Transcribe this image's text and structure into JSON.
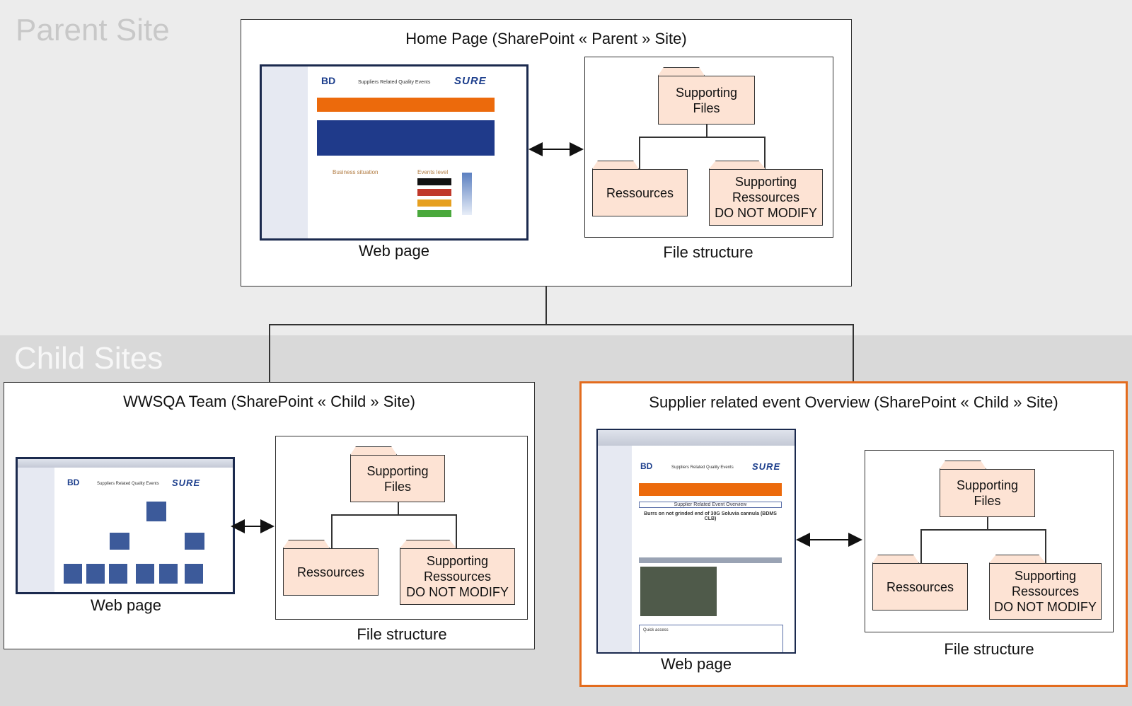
{
  "sections": {
    "parent_label": "Parent Site",
    "child_label": "Child Sites"
  },
  "parent_site": {
    "title": "Home Page (SharePoint « Parent » Site)",
    "web_page_caption": "Web page",
    "file_structure_caption": "File structure",
    "folders": {
      "root": [
        "Supporting",
        "Files"
      ],
      "left": "Ressources",
      "right": [
        "Supporting",
        "Ressources",
        "DO NOT MODIFY"
      ]
    },
    "thumbnail": {
      "brand": "BD",
      "app_title": "Suppliers Related Quality Events",
      "logo": "SURE",
      "table_headers": [
        "Business situation",
        "Events level"
      ],
      "levels": [
        "Black",
        "Red",
        "Amber",
        "Green"
      ]
    }
  },
  "child_sites": [
    {
      "title": "WWSQA Team (SharePoint « Child » Site)",
      "web_page_caption": "Web page",
      "file_structure_caption": "File structure",
      "folders": {
        "root": [
          "Supporting",
          "Files"
        ],
        "left": "Ressources",
        "right": [
          "Supporting",
          "Ressources",
          "DO NOT MODIFY"
        ]
      },
      "thumbnail": {
        "brand": "BD",
        "app_title": "Suppliers Related Quality Events",
        "logo": "SURE"
      }
    },
    {
      "title": "Supplier related event Overview (SharePoint « Child » Site)",
      "web_page_caption": "Web page",
      "file_structure_caption": "File structure",
      "folders": {
        "root": [
          "Supporting",
          "Files"
        ],
        "left": "Ressources",
        "right": [
          "Supporting",
          "Ressources",
          "DO NOT MODIFY"
        ]
      },
      "thumbnail": {
        "brand": "BD",
        "app_title": "Suppliers Related Quality Events",
        "logo": "SURE",
        "overview_header": "Supplier Related Event Overview",
        "event_title": "Burrs on not grinded end of 30G Soluvia cannula (BDMS CLB)",
        "quick_access": "Quick access"
      }
    }
  ],
  "colors": {
    "highlight_border": "#e36c1e",
    "folder_fill": "#fde3d4",
    "brand_blue": "#1c3e8c",
    "banner_orange": "#ec6a0c"
  }
}
